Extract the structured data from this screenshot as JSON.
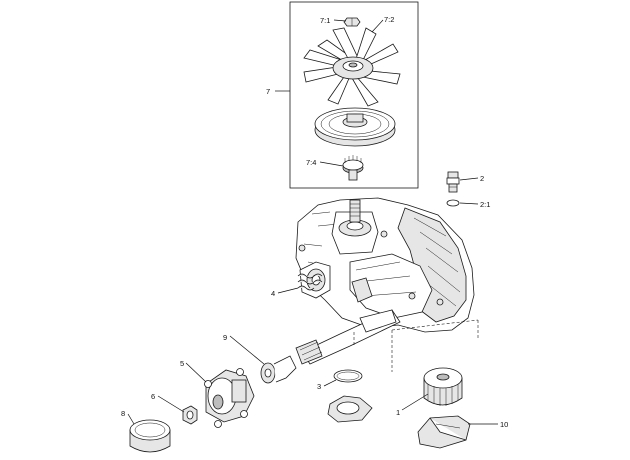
{
  "callouts": {
    "c7_1": "7:1",
    "c7_2": "7:2",
    "c7": "7",
    "c7_4": "7:4",
    "c2": "2",
    "c2_1": "2:1",
    "c4": "4",
    "c9": "9",
    "c5": "5",
    "c3": "3",
    "c6": "6",
    "c8": "8",
    "c1": "1",
    "c10": "10"
  }
}
